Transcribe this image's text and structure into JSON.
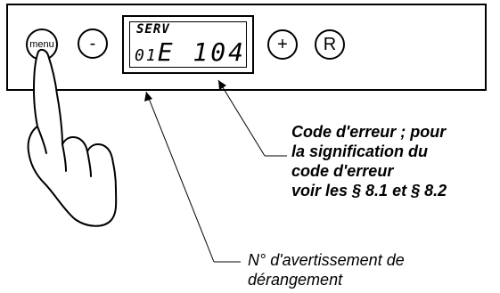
{
  "controls": {
    "menu_label": "menu",
    "minus_label": "-",
    "plus_label": "+",
    "r_label": "R"
  },
  "display": {
    "line1": "SERV",
    "line2_small": "01",
    "line2_large": "E 104"
  },
  "callouts": {
    "error_code": [
      "Code d'erreur ; pour",
      "la signification du",
      "code d'erreur",
      "voir les § 8.1 et § 8.2"
    ],
    "warning_number": [
      "N° d'avertissement de",
      "dérangement"
    ]
  }
}
